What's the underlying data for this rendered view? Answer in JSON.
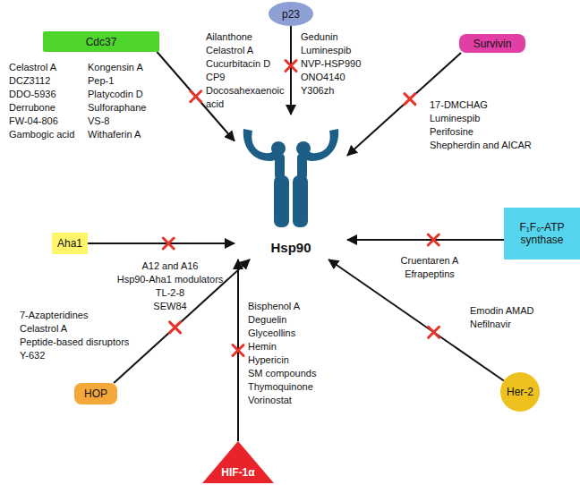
{
  "diagram": {
    "nodes": [
      {
        "text": [
          "Cdc37"
        ]
      },
      {
        "text": [
          "p23"
        ]
      },
      {
        "text": [
          "Survivin"
        ]
      },
      {
        "text": [
          "Aha1"
        ]
      },
      {
        "text": [
          "Hsp90"
        ]
      },
      {
        "text": [
          "F₁F₀-ATP synthase"
        ]
      },
      {
        "text": [
          "HOP"
        ]
      },
      {
        "text": [
          "Her-2"
        ]
      },
      {
        "text": [
          "HIF-1α"
        ]
      }
    ],
    "edges": [
      {
        "from": 0,
        "to": 4,
        "arrow": "to"
      },
      {
        "from": 1,
        "to": 4,
        "arrow": "to"
      },
      {
        "from": 2,
        "to": 4,
        "arrow": "to"
      },
      {
        "from": 3,
        "to": 4,
        "arrow": "to"
      },
      {
        "from": 5,
        "to": 4,
        "arrow": "to"
      },
      {
        "from": 6,
        "to": 4,
        "arrow": "to"
      },
      {
        "from": 7,
        "to": 4,
        "arrow": "to"
      },
      {
        "from": 8,
        "to": 4,
        "arrow": "to"
      }
    ],
    "labels": [
      "Celastrol A",
      "DCZ3112",
      "DDO-5936",
      "Derrubone",
      "FW-04-806",
      "Gambogic acid",
      "Kongensin A",
      "Pep-1",
      "Platycodin D",
      "Sulforaphane",
      "VS-8",
      "Withaferin A",
      "Ailanthone",
      "Celastrol A",
      "Cucurbitacin D",
      "CP9",
      "Docosahexaenoic acid",
      "Gedunin",
      "Luminespib",
      "NVP-HSP990",
      "ONO4140",
      "Y306zh",
      "17-DMCHAG",
      "Luminespib",
      "Perifosine",
      "Shepherdin and AICAR",
      "A12 and A16",
      "Hsp90-Aha1 modulators",
      "TL-2-8",
      "SEW84",
      "Cruentaren A",
      "Efrapeptins",
      "7-Azapteridines",
      "Celastrol A",
      "Peptide-based disruptors",
      "Y-632",
      "Emodin AMAD",
      "Nefilnavir",
      "Bisphenol A",
      "Deguelin",
      "Glyceollins",
      "Hemin",
      "Hypericin",
      "SM compounds",
      "Thymoquinone",
      "Vorinostat"
    ]
  }
}
